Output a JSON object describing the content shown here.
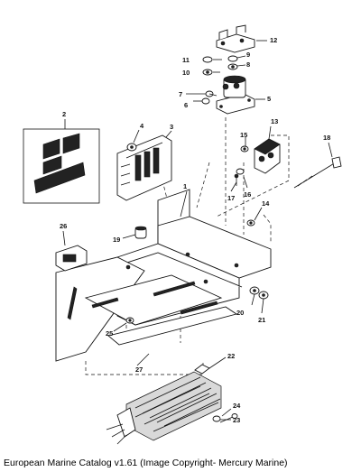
{
  "caption": "European Marine Catalog v1.61 (Image Copyright- Mercury Marine)",
  "callouts": [
    "1",
    "2",
    "3",
    "4",
    "5",
    "6",
    "7",
    "8",
    "9",
    "10",
    "11",
    "12",
    "13",
    "14",
    "15",
    "16",
    "17",
    "18",
    "19",
    "20",
    "21",
    "22",
    "23",
    "24",
    "25",
    "26",
    "27"
  ]
}
